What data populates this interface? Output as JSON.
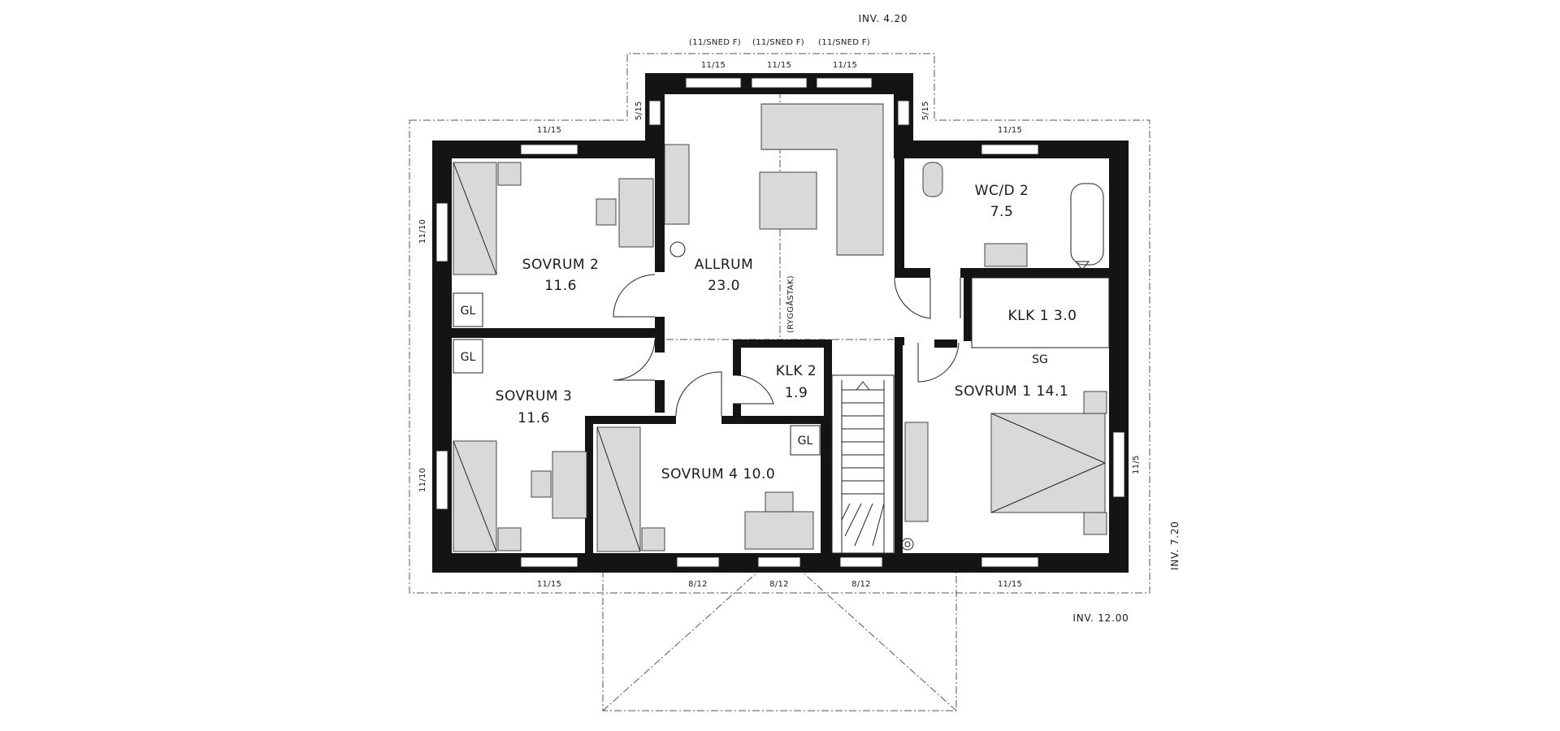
{
  "levels": {
    "inv_width_top": "INV. 4.20",
    "inv_height_right": "INV. 7.20",
    "inv_width_bottom": "INV. 12.00"
  },
  "rooms": {
    "sovrum2": {
      "name": "SOVRUM 2",
      "area": "11.6"
    },
    "allrum": {
      "name": "ALLRUM",
      "area": "23.0"
    },
    "wcd2": {
      "name": "WC/D 2",
      "area": "7.5"
    },
    "klk1": {
      "label": "KLK 1 3.0"
    },
    "klk2": {
      "name": "KLK 2",
      "area": "1.9"
    },
    "sovrum3": {
      "name": "SOVRUM 3",
      "area": "11.6"
    },
    "sovrum4": {
      "label": "SOVRUM 4 10.0"
    },
    "sovrum1": {
      "label": "SOVRUM 1 14.1"
    }
  },
  "annotations": {
    "ridge": "(RYGGÅSTAK)",
    "gl": "GL",
    "sg": "SG"
  },
  "windows": {
    "dormer_snede": [
      "(11/SNED F)",
      "(11/SNED F)",
      "(11/SNED F)"
    ],
    "dormer_top": [
      "11/15",
      "11/15",
      "11/15"
    ],
    "dormer_sides": [
      "5/15",
      "5/15"
    ],
    "top_left": "11/15",
    "top_right": "11/15",
    "left_upper": "11/10",
    "left_lower": "11/10",
    "right": "11/5",
    "bottom_left": "11/15",
    "bottom_mid": [
      "8/12",
      "8/12",
      "8/12"
    ],
    "bottom_right": "11/15"
  }
}
